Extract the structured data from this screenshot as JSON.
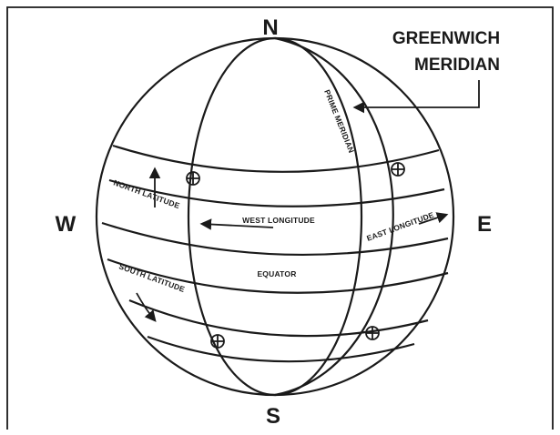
{
  "cardinals": {
    "north": "N",
    "south": "S",
    "west": "W",
    "east": "E"
  },
  "callout": {
    "line1": "GREENWICH",
    "line2": "MERIDIAN"
  },
  "labels": {
    "prime_meridian": "PRIME MERIDIAN",
    "north_latitude": "NORTH LATITUDE",
    "south_latitude": "SOUTH LATITUDE",
    "west_longitude": "WEST LONGITUDE",
    "east_longitude": "EAST LONGITUDE",
    "equator": "EQUATOR"
  },
  "colors": {
    "ink": "#1a1a1a",
    "background": "#ffffff"
  }
}
